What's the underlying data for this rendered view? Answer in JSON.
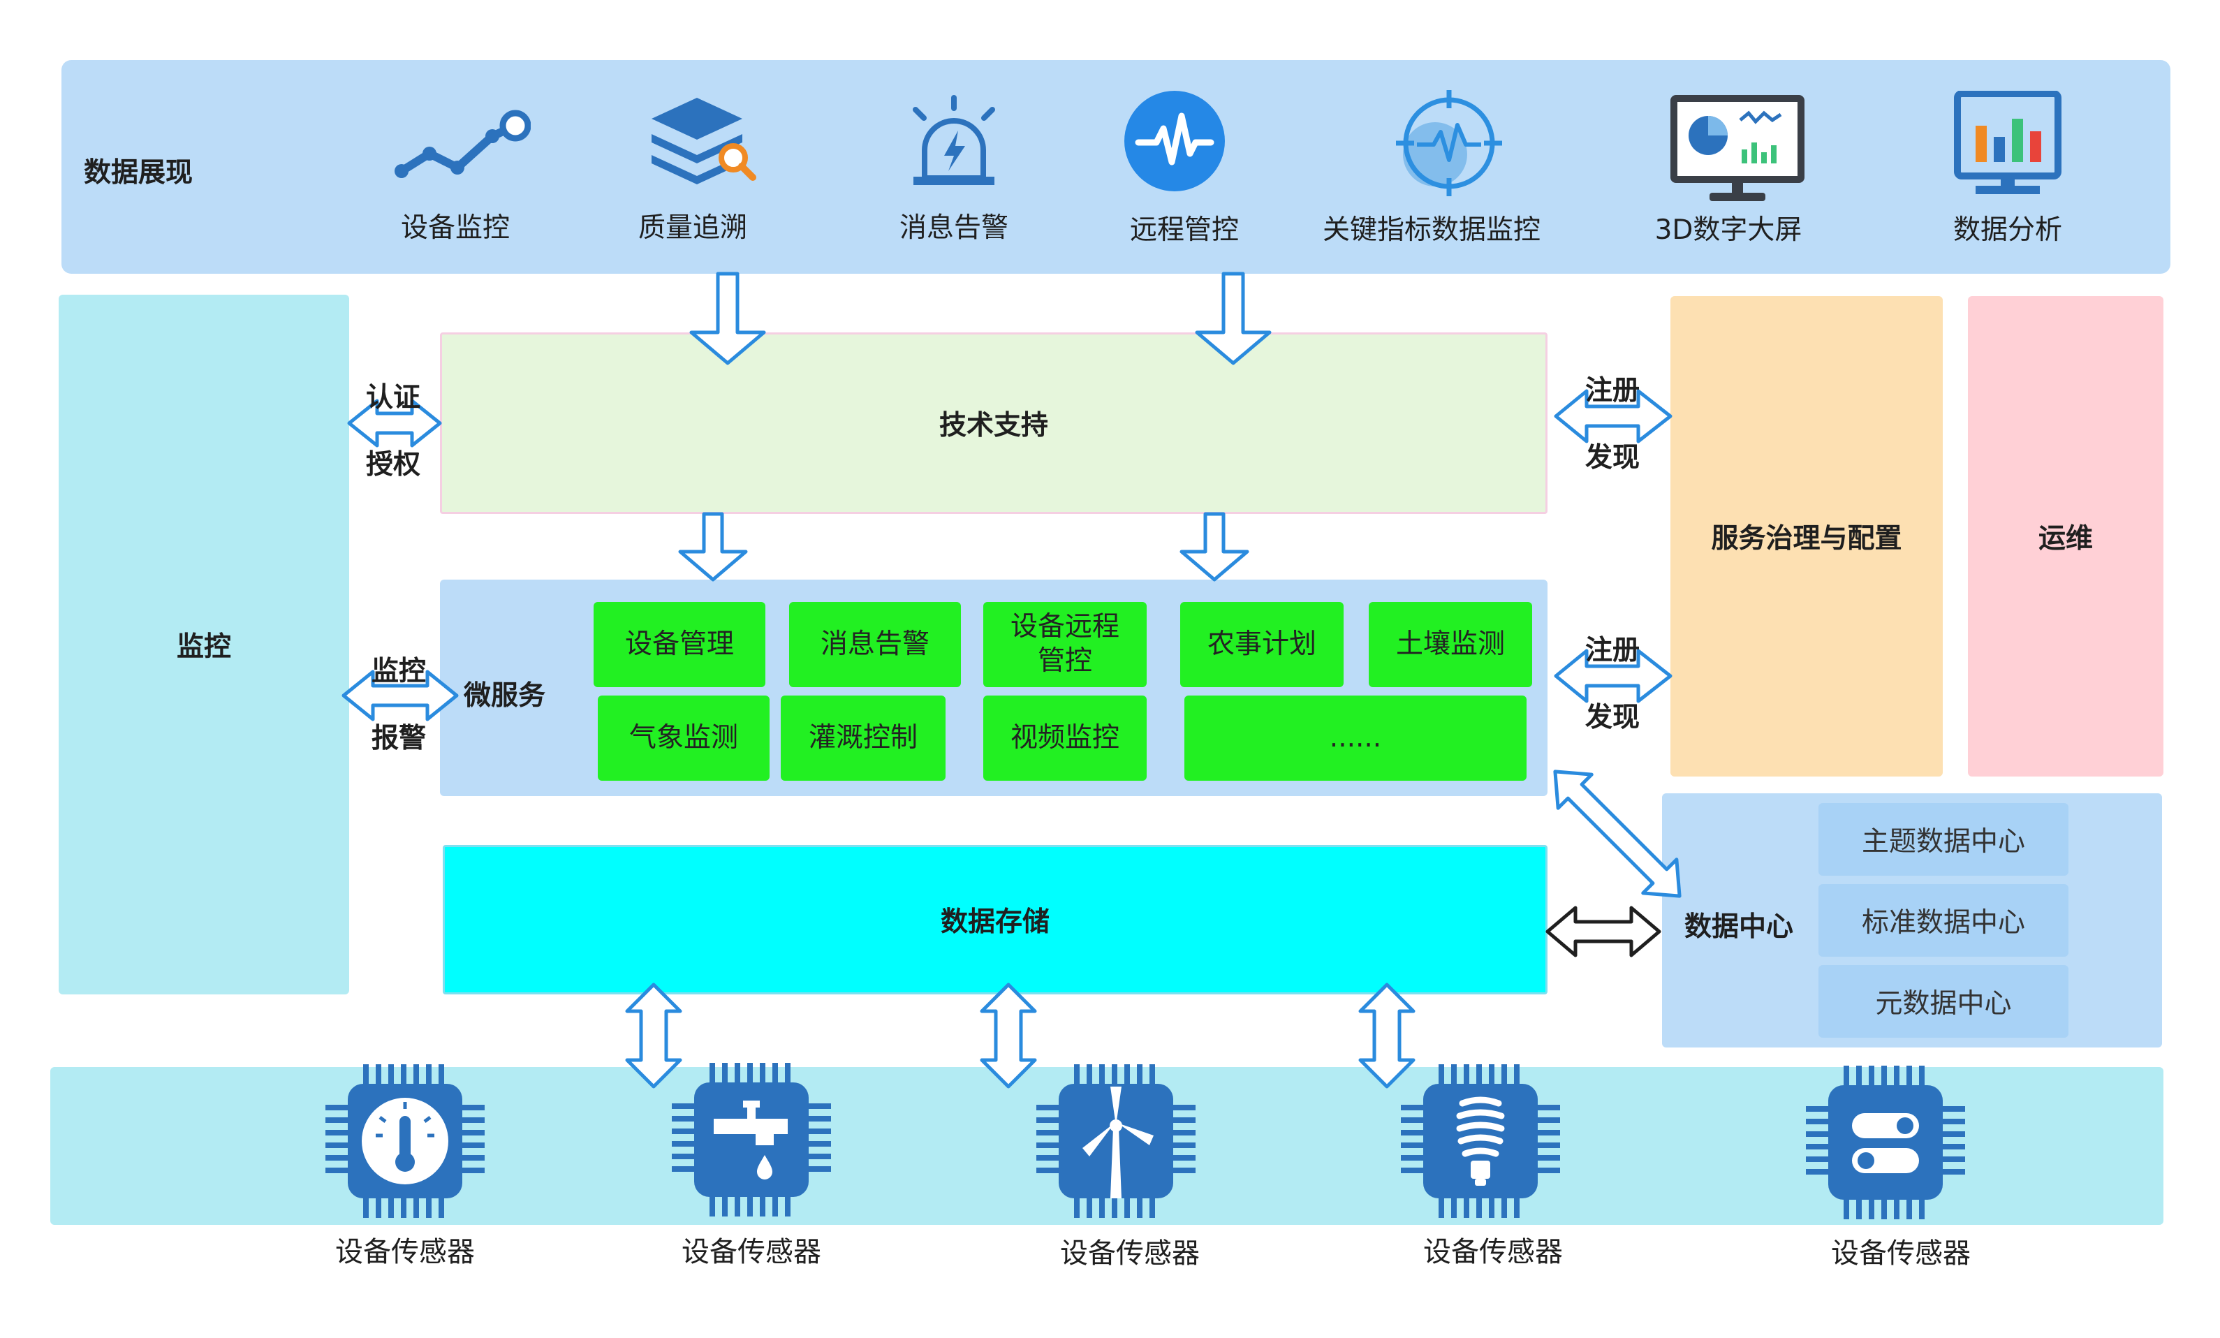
{
  "top": {
    "title": "数据展现",
    "items": [
      {
        "label": "设备监控",
        "icon": "trend-line-icon"
      },
      {
        "label": "质量追溯",
        "icon": "layers-search-icon"
      },
      {
        "label": "消息告警",
        "icon": "alarm-light-icon"
      },
      {
        "label": "远程管控",
        "icon": "pulse-circle-icon"
      },
      {
        "label": "关键指标数据监控",
        "icon": "target-pulse-icon"
      },
      {
        "label": "3D数字大屏",
        "icon": "monitor-dashboard-icon"
      },
      {
        "label": "数据分析",
        "icon": "bar-chart-monitor-icon"
      }
    ]
  },
  "left": {
    "title": "监控"
  },
  "auth": {
    "top": "认证",
    "bottom": "授权"
  },
  "monitor_alarm": {
    "top": "监控",
    "bottom": "报警"
  },
  "tech": {
    "title": "技术支持"
  },
  "micro": {
    "title": "微服务",
    "row1": [
      "设备管理",
      "消息告警",
      "设备远程管控",
      "农事计划",
      "土壤监测"
    ],
    "row2": [
      "气象监测",
      "灌溉控制",
      "视频监控",
      "......"
    ]
  },
  "storage": {
    "title": "数据存储"
  },
  "register1": {
    "top": "注册",
    "bottom": "发现"
  },
  "register2": {
    "top": "注册",
    "bottom": "发现"
  },
  "governance": {
    "title": "服务治理与配置"
  },
  "ops": {
    "title": "运维"
  },
  "datacenter": {
    "title": "数据中心",
    "items": [
      "主题数据中心",
      "标准数据中心",
      "元数据中心"
    ]
  },
  "sensors": {
    "items": [
      {
        "label": "设备传感器",
        "icon": "thermometer-chip-icon"
      },
      {
        "label": "设备传感器",
        "icon": "faucet-chip-icon"
      },
      {
        "label": "设备传感器",
        "icon": "wind-turbine-chip-icon"
      },
      {
        "label": "设备传感器",
        "icon": "bulb-chip-icon"
      },
      {
        "label": "设备传感器",
        "icon": "switch-chip-icon"
      }
    ]
  },
  "colors": {
    "panel_blue": "#bcdcf8",
    "monitor_cyan": "#b3ebf3",
    "tech_green": "#e6f6dc",
    "micro_green": "#22f022",
    "storage_cyan": "#00ffff",
    "governance_orange": "#fde0b2",
    "ops_pink": "#ffd0d6",
    "icon_blue": "#2c72bd",
    "arrow_blue": "#2a8bde"
  }
}
